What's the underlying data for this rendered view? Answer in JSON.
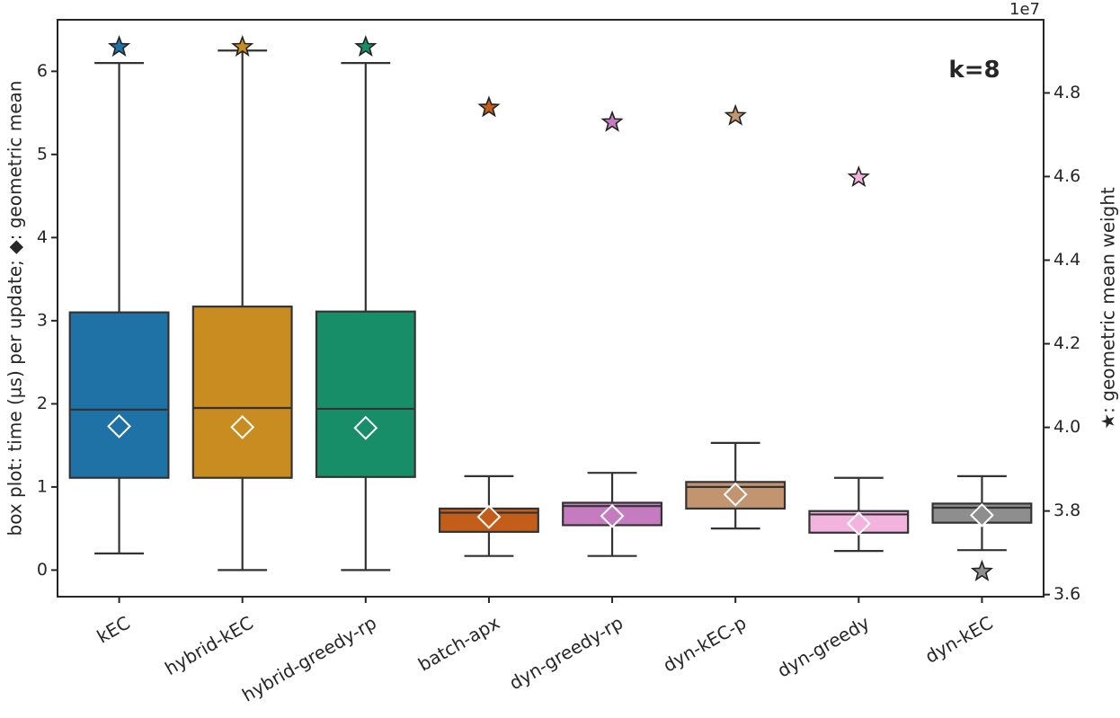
{
  "chart_data": {
    "type": "box",
    "annotation": "k=8",
    "categories": [
      "kEC",
      "hybrid-kEC",
      "hybrid-greedy-rp",
      "batch-apx",
      "dyn-greedy-rp",
      "dyn-kEC-p",
      "dyn-greedy",
      "dyn-kEC"
    ],
    "colors": [
      "#1f72a5",
      "#c98c20",
      "#178e68",
      "#c25e1a",
      "#c47bbf",
      "#c29470",
      "#f2b3de",
      "#8e8e8e"
    ],
    "left_axis": {
      "label": "box plot: time (µs) per update; ◆: geometric mean",
      "ylim": [
        -0.32,
        6.62
      ],
      "ticks": [
        0,
        1,
        2,
        3,
        4,
        5,
        6
      ],
      "tick_labels": [
        "0",
        "1",
        "2",
        "3",
        "4",
        "5",
        "6"
      ]
    },
    "right_axis": {
      "label": "★: geometric mean weight",
      "exponent_label": "1e7",
      "ylim": [
        3.595,
        4.975
      ],
      "ticks": [
        3.6,
        3.8,
        4.0,
        4.2,
        4.4,
        4.6,
        4.8
      ],
      "tick_labels": [
        "3.6",
        "3.8",
        "4.0",
        "4.2",
        "4.4",
        "4.6",
        "4.8"
      ]
    },
    "boxes": [
      {
        "whisker_low": 0.2,
        "q1": 1.11,
        "median": 1.93,
        "q3": 3.1,
        "whisker_high": 6.1,
        "geo_mean": 1.73
      },
      {
        "whisker_low": 0.0,
        "q1": 1.11,
        "median": 1.95,
        "q3": 3.17,
        "whisker_high": 6.25,
        "geo_mean": 1.72
      },
      {
        "whisker_low": 0.0,
        "q1": 1.12,
        "median": 1.94,
        "q3": 3.11,
        "whisker_high": 6.1,
        "geo_mean": 1.71
      },
      {
        "whisker_low": 0.17,
        "q1": 0.46,
        "median": 0.69,
        "q3": 0.74,
        "whisker_high": 1.13,
        "geo_mean": 0.64
      },
      {
        "whisker_low": 0.17,
        "q1": 0.54,
        "median": 0.77,
        "q3": 0.81,
        "whisker_high": 1.17,
        "geo_mean": 0.65
      },
      {
        "whisker_low": 0.5,
        "q1": 0.74,
        "median": 1.0,
        "q3": 1.06,
        "whisker_high": 1.53,
        "geo_mean": 0.91
      },
      {
        "whisker_low": 0.23,
        "q1": 0.45,
        "median": 0.67,
        "q3": 0.71,
        "whisker_high": 1.11,
        "geo_mean": 0.56
      },
      {
        "whisker_low": 0.24,
        "q1": 0.57,
        "median": 0.75,
        "q3": 0.8,
        "whisker_high": 1.13,
        "geo_mean": 0.66
      }
    ],
    "geo_mean_weight_e7": [
      4.91,
      4.91,
      4.91,
      4.765,
      4.73,
      4.745,
      4.598,
      3.655
    ]
  }
}
